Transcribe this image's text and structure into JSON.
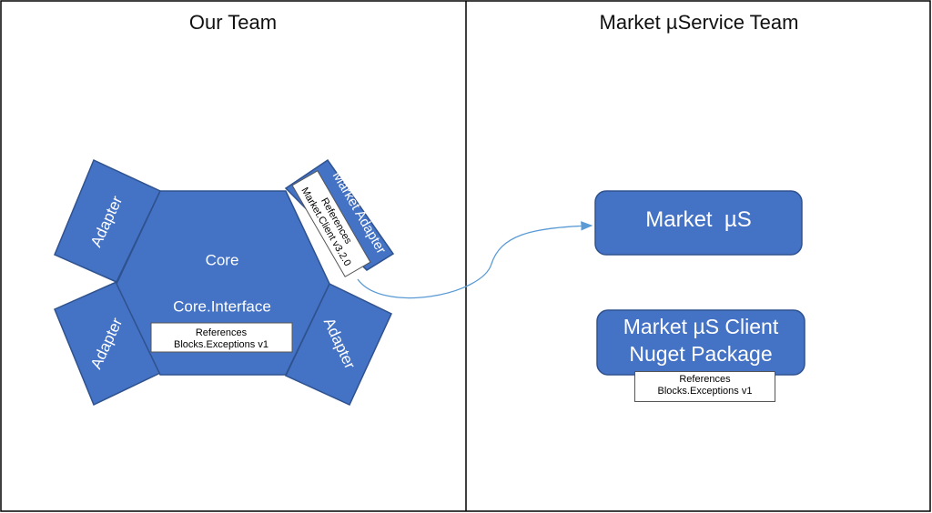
{
  "panels": {
    "left_title": "Our Team",
    "right_title": "Market µService Team"
  },
  "core": {
    "title": "Core",
    "interface": "Core.Interface",
    "ref_line1": "References",
    "ref_line2": "Blocks.Exceptions v1"
  },
  "adapters": {
    "top_left": "Adapter",
    "bottom_left": "Adapter",
    "bottom_right": "Adapter",
    "market": "Market Adapter",
    "market_ref_line1": "References",
    "market_ref_line2": "Market.Client v3.2.0"
  },
  "market_service": {
    "title": "Market  µS"
  },
  "market_client": {
    "title_line1": "Market µS Client",
    "title_line2": "Nuget Package",
    "ref_line1": "References",
    "ref_line2": "Blocks.Exceptions v1"
  },
  "colors": {
    "shape_fill": "#4472c4",
    "shape_stroke": "#2f528f",
    "connector": "#5b9bd5"
  }
}
